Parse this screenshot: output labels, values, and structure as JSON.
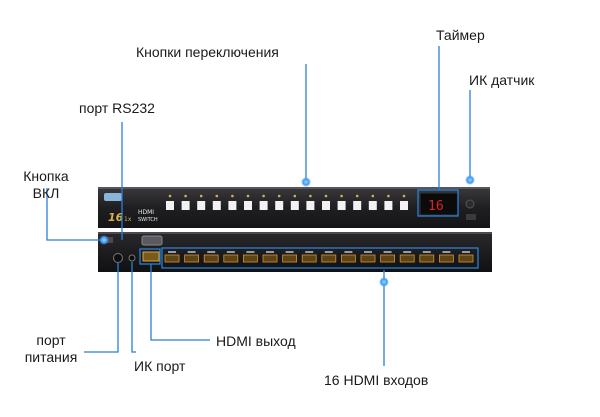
{
  "labels": {
    "switch_buttons": "Кнопки переключения",
    "timer": "Таймер",
    "ir_sensor": "ИК датчик",
    "rs232_port": "порт RS232",
    "power_button_line1": "Кнопка",
    "power_button_line2": "ВКЛ",
    "power_port_line1": "порт",
    "power_port_line2": "питания",
    "ir_port": "ИК порт",
    "hdmi_out": "HDMI выход",
    "hdmi_inputs": "16 HDMI входов"
  },
  "device": {
    "model_big": "16",
    "model_small": "1x",
    "model_hdmi": "HDMI",
    "model_switch": "SWITCH",
    "display_value": "16",
    "input_ports": 16,
    "front_buttons": 16,
    "colors": {
      "annotation_line": "#2a7fd4",
      "annotation_dot": "#3d9bf0",
      "chassis": "#1b1b1d",
      "display_digits": "#e2231a"
    }
  }
}
